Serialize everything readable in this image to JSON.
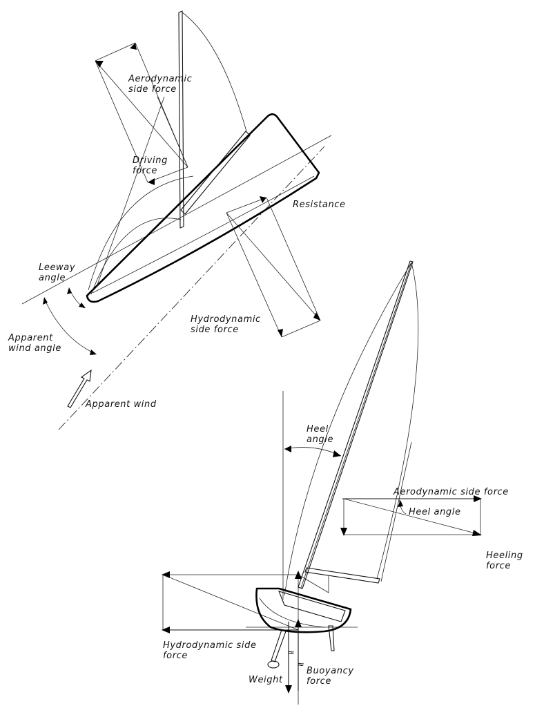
{
  "top_view": {
    "labels": {
      "aero_side_force_1": "Aerodynamic",
      "aero_side_force_2": "side force",
      "driving_force_1": "Driving",
      "driving_force_2": "force",
      "resistance": "Resistance",
      "leeway_angle_1": "Leeway",
      "leeway_angle_2": "angle",
      "apparent_wind_angle_1": "Apparent",
      "apparent_wind_angle_2": "wind angle",
      "hydro_side_force_1": "Hydrodynamic",
      "hydro_side_force_2": "side force",
      "apparent_wind": "Apparent wind"
    }
  },
  "front_view": {
    "labels": {
      "heel_angle_1": "Heel",
      "heel_angle_2": "angle",
      "aero_side_force": "Aerodynamic side force",
      "heel_angle_inner": "Heel angle",
      "heeling_force_1": "Heeling",
      "heeling_force_2": "force",
      "hydro_side_force_1": "Hydrodynamic side",
      "hydro_side_force_2": "force",
      "weight": "Weight",
      "buoyancy_force_1": "Buoyancy",
      "buoyancy_force_2": "force",
      "approx_1": "≈",
      "approx_2": "≈"
    }
  }
}
